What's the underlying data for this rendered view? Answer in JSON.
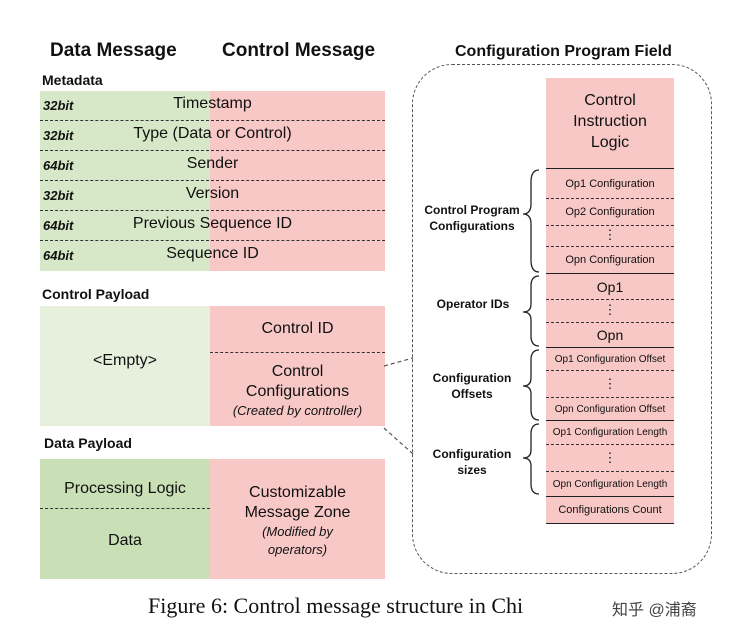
{
  "headers": {
    "data_message": "Data Message",
    "control_message": "Control Message",
    "config_program_field": "Configuration Program Field"
  },
  "sections": {
    "metadata": "Metadata",
    "control_payload": "Control Payload",
    "data_payload": "Data Payload"
  },
  "metadata_rows": [
    {
      "bits": "32bit",
      "label": "Timestamp"
    },
    {
      "bits": "32bit",
      "label": "Type (Data or Control)"
    },
    {
      "bits": "64bit",
      "label": "Sender"
    },
    {
      "bits": "32bit",
      "label": "Version"
    },
    {
      "bits": "64bit",
      "label": "Previous Sequence ID"
    },
    {
      "bits": "64bit",
      "label": "Sequence ID"
    }
  ],
  "control_payload": {
    "empty": "<Empty>",
    "control_id": "Control ID",
    "control_configurations": "Control Configurations",
    "created_by": "(Created by controller)"
  },
  "data_payload": {
    "processing_logic": "Processing Logic",
    "data": "Data",
    "customizable": "Customizable Message Zone",
    "modified_by": "(Modified by operators)"
  },
  "program_field": {
    "control_instruction_logic": "Control Instruction Logic",
    "op1_configuration": "Op1 Configuration",
    "op2_configuration": "Op2 Configuration",
    "ellipsis": "⋮",
    "opn_configuration": "Opn Configuration",
    "op1": "Op1",
    "opn": "Opn",
    "op1_config_offset": "Op1 Configuration Offset",
    "opn_config_offset": "Opn Configuration Offset",
    "op1_config_length": "Op1 Configuration Length",
    "opn_config_length": "Opn Configuration Length",
    "configurations_count": "Configurations Count"
  },
  "bracket_labels": {
    "control_program_configurations": "Control Program Configurations",
    "operator_ids": "Operator IDs",
    "configuration_offsets": "Configuration Offsets",
    "configuration_sizes": "Configuration sizes"
  },
  "caption": "Figure 6: Control message structure in Chi",
  "watermark": "知乎 @浦裔"
}
